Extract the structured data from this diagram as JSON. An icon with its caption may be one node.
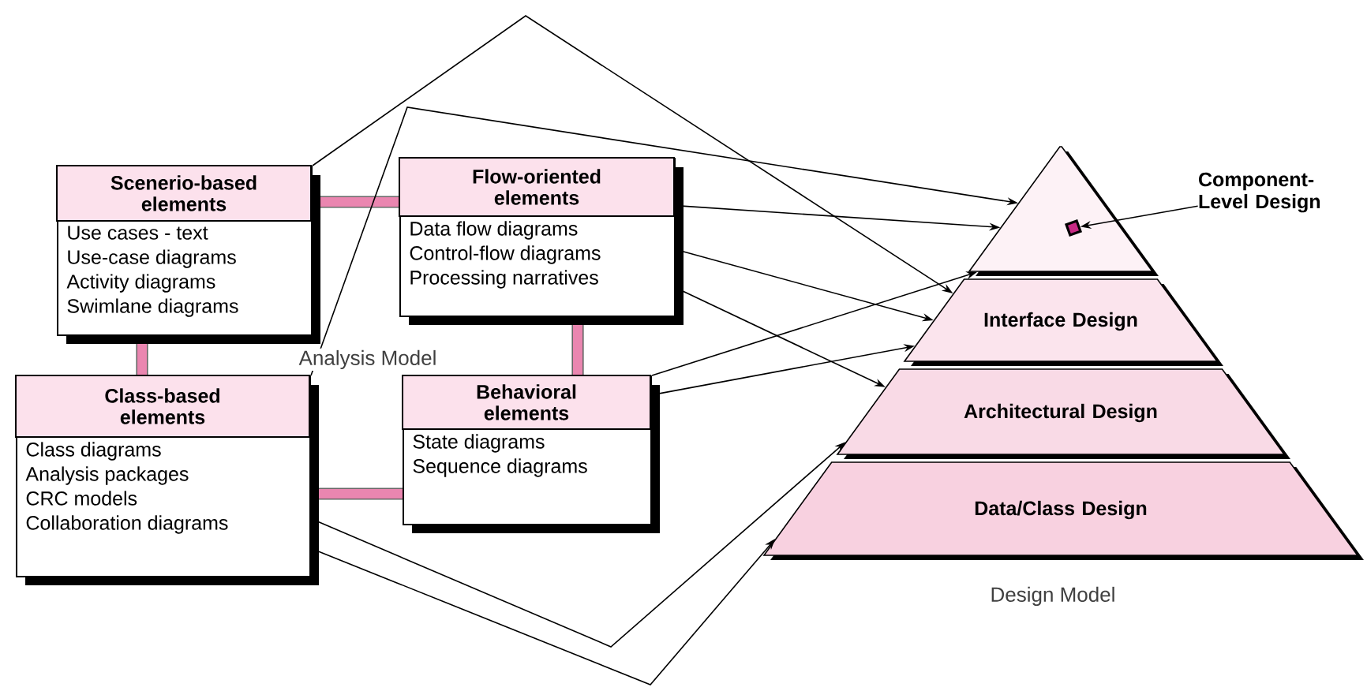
{
  "diagram": {
    "nodes": [
      {
        "text": [
          "Scenerio-based elements",
          "Use cases - text",
          "Use-case diagrams",
          "Activity diagrams",
          "Swimlane diagrams"
        ]
      },
      {
        "text": [
          "Flow-oriented elements",
          "Data flow diagrams",
          "Control-flow diagrams",
          "Processing narratives"
        ]
      },
      {
        "text": [
          "Class-based elements",
          "Class diagrams",
          "Analysis packages",
          "CRC models",
          "Collaboration diagrams"
        ]
      },
      {
        "text": [
          "Behavioral elements",
          "State diagrams",
          "Sequence diagrams"
        ]
      },
      {
        "text": [],
        "shape": "triangle"
      },
      {
        "text": [],
        "shape": "box",
        "in": 4
      },
      {
        "text": [
          "Component-Level Design"
        ]
      },
      {
        "text": [
          "Interface Design"
        ]
      },
      {
        "text": [
          "Architectural Design"
        ]
      },
      {
        "text": [
          "Data/Class Design"
        ]
      }
    ],
    "edges": [
      {
        "from": 0,
        "to": 7,
        "arrow": "to"
      },
      {
        "from": 2,
        "to": 4,
        "arrow": "to"
      },
      {
        "from": 1,
        "to": 4,
        "arrow": "to"
      },
      {
        "from": 1,
        "to": 7,
        "arrow": "to"
      },
      {
        "from": 1,
        "to": 8,
        "arrow": "to"
      },
      {
        "from": 3,
        "to": 4,
        "arrow": "to"
      },
      {
        "from": 3,
        "to": 7,
        "arrow": "to"
      },
      {
        "from": 2,
        "to": 8,
        "arrow": "to"
      },
      {
        "from": 2,
        "to": 9,
        "arrow": "to"
      },
      {
        "from": 6,
        "to": 5,
        "arrow": "to"
      }
    ],
    "labels": [
      "Analysis Model",
      "Design Model"
    ]
  }
}
